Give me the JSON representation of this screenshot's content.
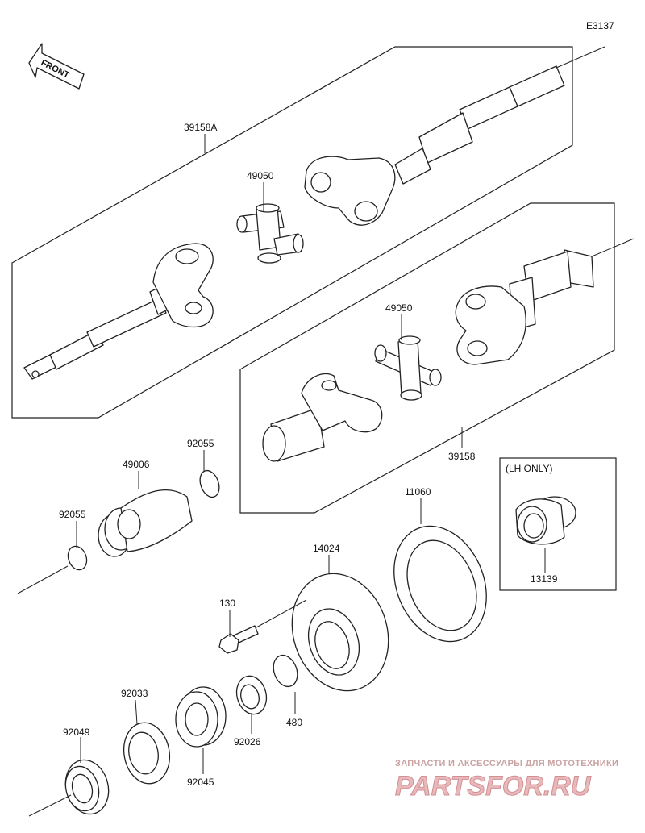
{
  "diagram_code": "E3137",
  "front_label": "FRONT",
  "parts": {
    "p39158A": "39158A",
    "p49050_upper": "49050",
    "p49050_lower": "49050",
    "p39158": "39158",
    "p92055_upper": "92055",
    "p92055_lower": "92055",
    "p49006": "49006",
    "p11060": "11060",
    "p13139": "13139",
    "p14024": "14024",
    "p130": "130",
    "p480": "480",
    "p92026": "92026",
    "p92033": "92033",
    "p92045": "92045",
    "p92049": "92049"
  },
  "lh_only_label": "(LH ONLY)",
  "watermark": {
    "tagline": "ЗАПЧАСТИ И АКСЕССУАРЫ ДЛЯ МОТОТЕХНИКИ",
    "logo": "PARTSFOR.RU"
  }
}
